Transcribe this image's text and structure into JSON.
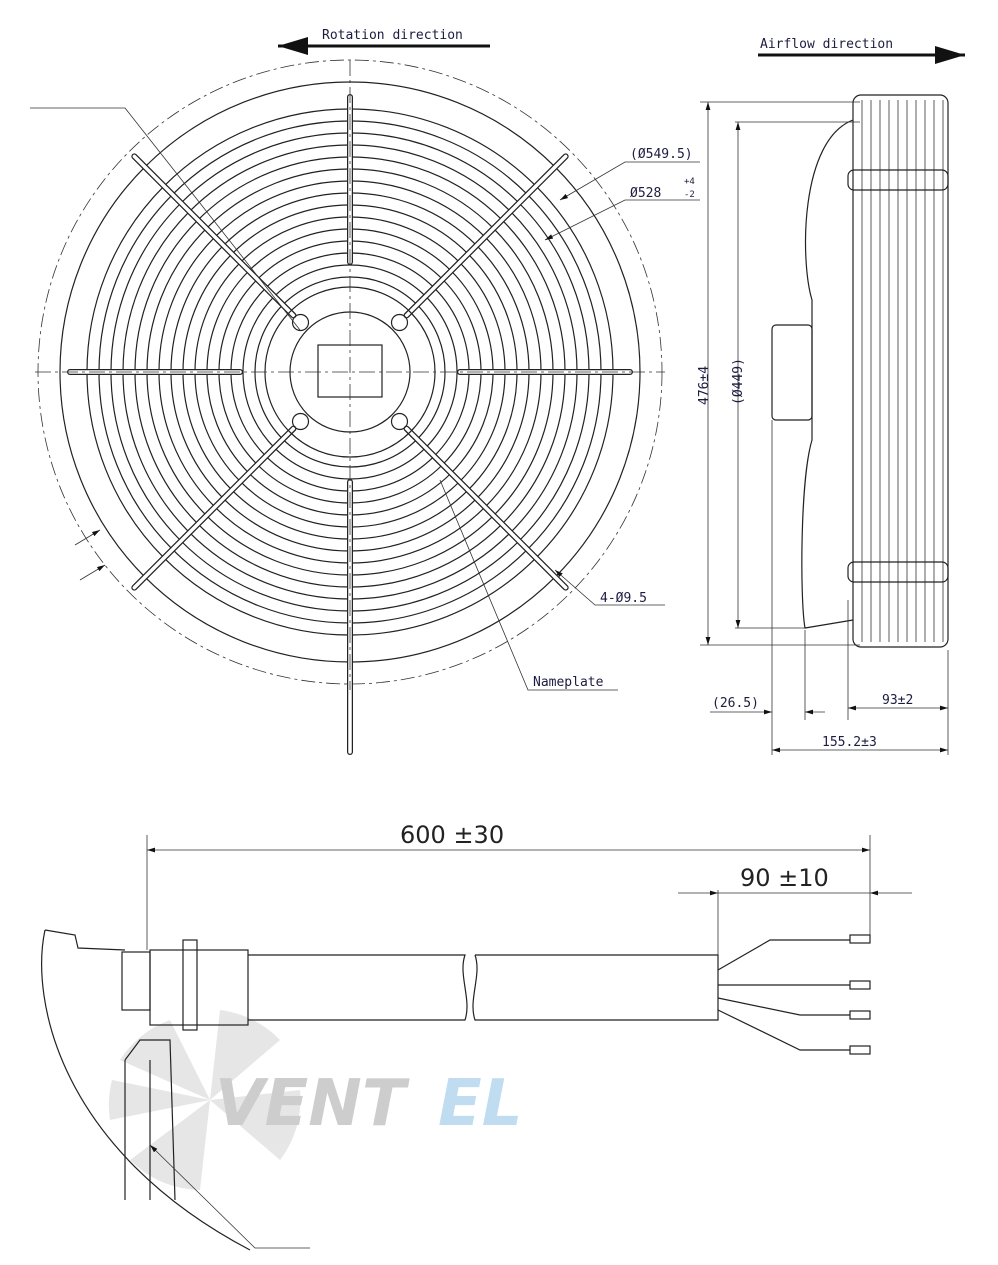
{
  "front_view": {
    "rotation_label": "Rotation direction",
    "diameter_outer": "(Ø549.5)",
    "diameter_mount": "Ø528",
    "tol_plus": "+4",
    "tol_minus": "-2",
    "holes": "4-Ø9.5",
    "nameplate": "Nameplate"
  },
  "side_view": {
    "airflow_label": "Airflow direction",
    "height": "476±4",
    "inner_diameter": "(Ø449)",
    "offset": "(26.5)",
    "depth": "93±2",
    "total_depth": "155.2±3"
  },
  "cable_view": {
    "cable_length": "600 ±30",
    "stripped_length": "90 ±10"
  },
  "watermark": {
    "text_gray": "VENT",
    "text_blue": "EL",
    "gray": "#c8c8c8",
    "blue": "#b9d9ef"
  }
}
